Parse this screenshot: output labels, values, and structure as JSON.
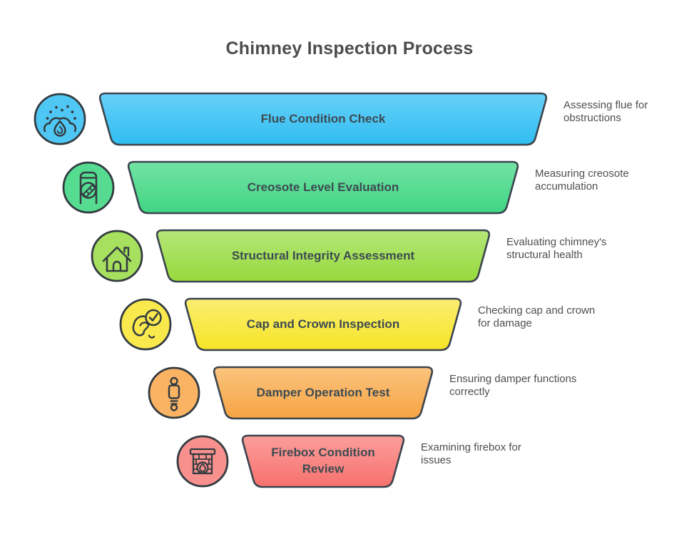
{
  "title": "Chimney Inspection Process",
  "colors": {
    "title_text": "#4d4d4d",
    "segment_border": "#3b444e",
    "segment_label_text": "#3d4a52",
    "description_text": "#4f4f4f",
    "icon_stroke": "#333b41"
  },
  "stages": [
    {
      "label": "Flue Condition Check",
      "description": "Assessing flue for obstructions",
      "icon": "smoke-flame-icon",
      "color_top": "#67d1f8",
      "color_bottom": "#30bdf2",
      "icon_fill": "#4fc7f4"
    },
    {
      "label": "Creosote Level Evaluation",
      "description": "Measuring creosote accumulation",
      "icon": "flue-gauge-icon",
      "color_top": "#74e3a5",
      "color_bottom": "#3fd583",
      "icon_fill": "#55dc91"
    },
    {
      "label": "Structural Integrity Assessment",
      "description": "Evaluating chimney's structural health",
      "icon": "house-icon",
      "color_top": "#b4e779",
      "color_bottom": "#97d93c",
      "icon_fill": "#a6e05e"
    },
    {
      "label": "Cap and Crown Inspection",
      "description": "Checking cap and crown for damage",
      "icon": "ear-check-icon",
      "color_top": "#fbee72",
      "color_bottom": "#f7e426",
      "icon_fill": "#f9e94d"
    },
    {
      "label": "Damper Operation Test",
      "description": "Ensuring damper functions correctly",
      "icon": "damper-pull-icon",
      "color_top": "#fac47e",
      "color_bottom": "#f7a443",
      "icon_fill": "#f9b362"
    },
    {
      "label": "Firebox Condition Review",
      "description": "Examining firebox for issues",
      "icon": "fireplace-icon",
      "color_top": "#fb9e9b",
      "color_bottom": "#f6716d",
      "icon_fill": "#f8918d"
    }
  ]
}
